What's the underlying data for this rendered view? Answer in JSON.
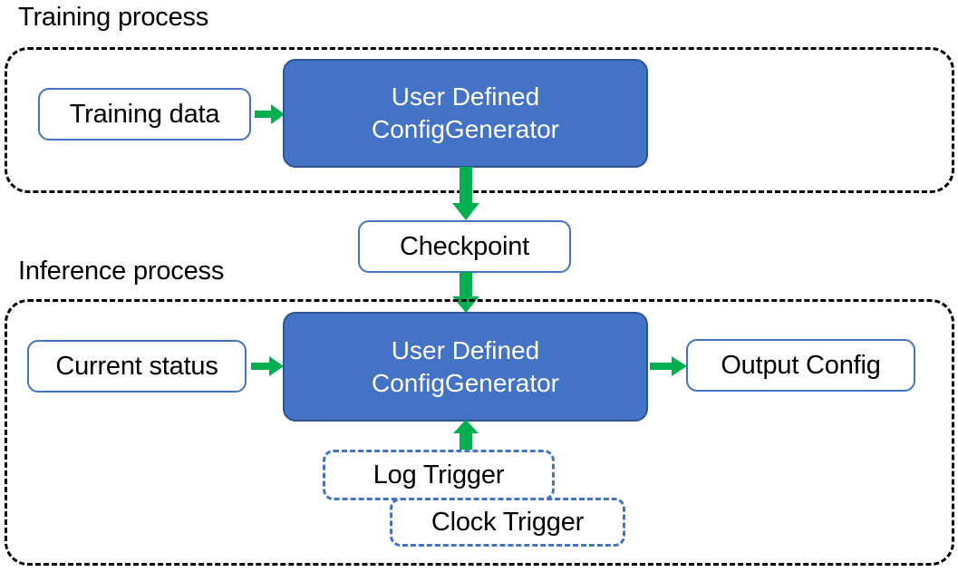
{
  "diagram": {
    "title_training": "Training process",
    "title_inference": "Inference process",
    "colors": {
      "primary_fill": "#4472C4",
      "primary_stroke": "#2E5496",
      "plain_stroke": "#4472C4",
      "trigger_stroke": "#4472C4",
      "group_stroke": "#000000",
      "arrow": "#00B050",
      "text_dark": "#000000",
      "text_light": "#FFFFFF"
    },
    "training": {
      "label": "Training process",
      "nodes": {
        "training_data": "Training data",
        "generator_line1": "User Defined",
        "generator_line2": "ConfigGenerator"
      }
    },
    "checkpoint": {
      "label": "Checkpoint"
    },
    "inference": {
      "label": "Inference process",
      "nodes": {
        "current_status": "Current status",
        "generator_line1": "User Defined",
        "generator_line2": "ConfigGenerator",
        "output_config": "Output Config",
        "log_trigger": "Log Trigger",
        "clock_trigger": "Clock Trigger"
      }
    },
    "arrows": [
      {
        "name": "training-data-to-generator",
        "direction": "right"
      },
      {
        "name": "training-generator-to-checkpoint",
        "direction": "down"
      },
      {
        "name": "checkpoint-to-inference-generator",
        "direction": "down"
      },
      {
        "name": "current-status-to-generator",
        "direction": "right"
      },
      {
        "name": "generator-to-output-config",
        "direction": "right"
      },
      {
        "name": "triggers-to-generator",
        "direction": "up"
      }
    ]
  }
}
